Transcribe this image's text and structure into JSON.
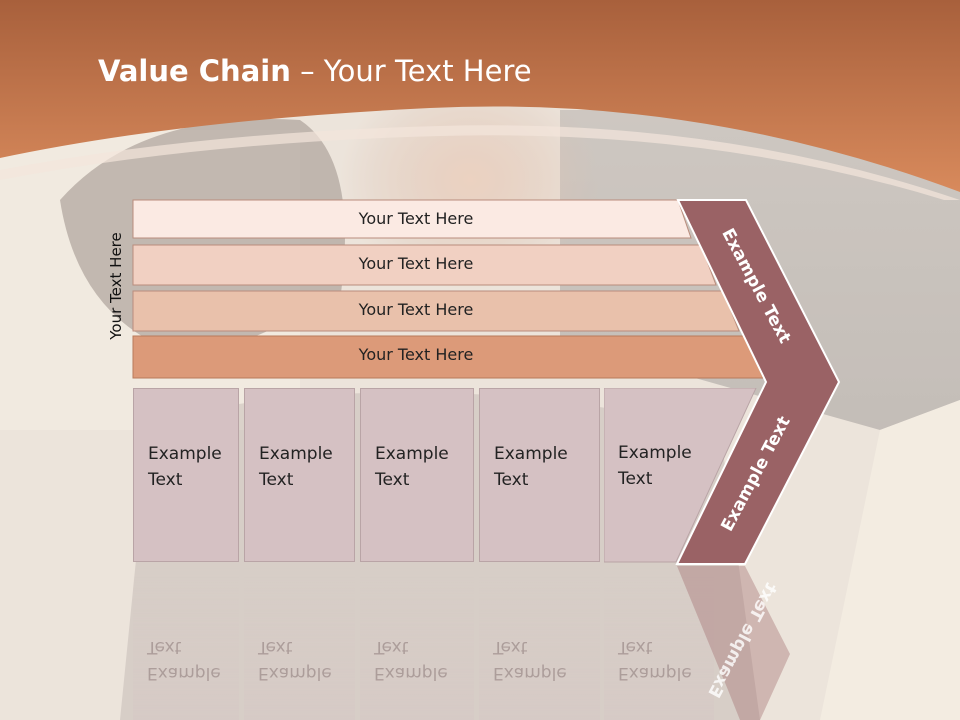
{
  "slide": {
    "title_bold": "Value Chain",
    "title_rest": " – Your Text Here",
    "side_label": "Your Text Here",
    "rows": [
      {
        "label": "Your Text Here",
        "color": "#fbeae3"
      },
      {
        "label": "Your Text Here",
        "color": "#f1d0c2"
      },
      {
        "label": "Your Text Here",
        "color": "#e9c1ab"
      },
      {
        "label": "Your Text Here",
        "color": "#dc9a79"
      }
    ],
    "boxes": [
      {
        "line1": "Example",
        "line2": "Text"
      },
      {
        "line1": "Example",
        "line2": "Text"
      },
      {
        "line1": "Example",
        "line2": "Text"
      },
      {
        "line1": "Example",
        "line2": "Text"
      },
      {
        "line1": "Example",
        "line2": "Text"
      }
    ],
    "chevron_top_label": "Example Text",
    "chevron_bottom_label": "Example Text",
    "colors": {
      "header": "#c87a4e",
      "chevron": "#9a6265",
      "box": "#d5c1c3"
    }
  }
}
